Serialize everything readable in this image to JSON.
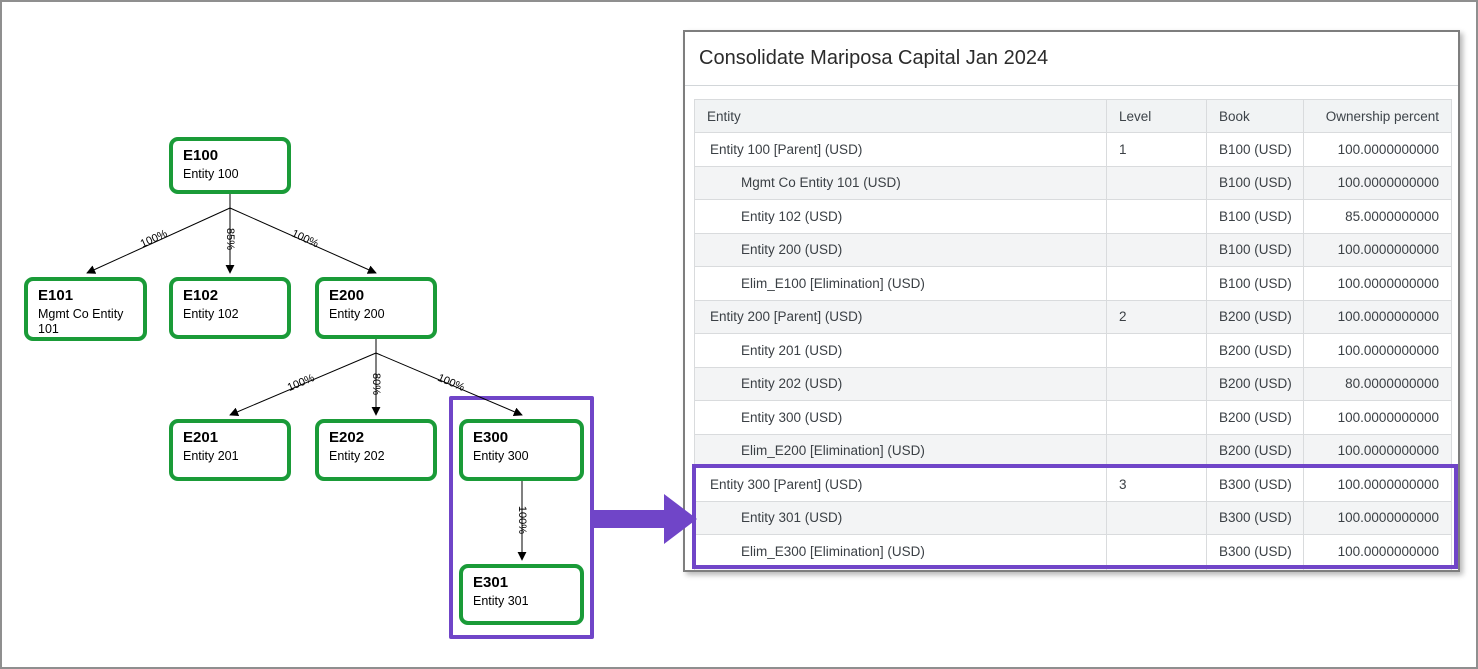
{
  "diagram": {
    "nodes": [
      {
        "title": "E100",
        "subtitle": "Entity 100"
      },
      {
        "title": "E101",
        "subtitle": "Mgmt Co Entity 101"
      },
      {
        "title": "E102",
        "subtitle": "Entity 102"
      },
      {
        "title": "E200",
        "subtitle": "Entity 200"
      },
      {
        "title": "E201",
        "subtitle": "Entity 201"
      },
      {
        "title": "E202",
        "subtitle": "Entity 202"
      },
      {
        "title": "E300",
        "subtitle": "Entity 300"
      },
      {
        "title": "E301",
        "subtitle": "Entity 301"
      }
    ],
    "edges": [
      {
        "from": "E100",
        "to": "E101",
        "label": "100%"
      },
      {
        "from": "E100",
        "to": "E102",
        "label": "85%"
      },
      {
        "from": "E100",
        "to": "E200",
        "label": "100%"
      },
      {
        "from": "E200",
        "to": "E201",
        "label": "100%"
      },
      {
        "from": "E200",
        "to": "E202",
        "label": "80%"
      },
      {
        "from": "E200",
        "to": "E300",
        "label": "100%"
      },
      {
        "from": "E300",
        "to": "E301",
        "label": "100%"
      }
    ]
  },
  "panel": {
    "title": "Consolidate Mariposa Capital Jan 2024",
    "table": {
      "columns": [
        "Entity",
        "Level",
        "Book",
        "Ownership percent"
      ],
      "rows": [
        {
          "entity": "Entity 100 [Parent] (USD)",
          "level": "1",
          "book": "B100 (USD)",
          "ownership": "100.0000000000"
        },
        {
          "entity": "Mgmt Co Entity 101 (USD)",
          "level": "",
          "book": "B100 (USD)",
          "ownership": "100.0000000000"
        },
        {
          "entity": "Entity 102 (USD)",
          "level": "",
          "book": "B100 (USD)",
          "ownership": "85.0000000000"
        },
        {
          "entity": "Entity 200 (USD)",
          "level": "",
          "book": "B100 (USD)",
          "ownership": "100.0000000000"
        },
        {
          "entity": "Elim_E100 [Elimination] (USD)",
          "level": "",
          "book": "B100 (USD)",
          "ownership": "100.0000000000"
        },
        {
          "entity": "Entity 200 [Parent] (USD)",
          "level": "2",
          "book": "B200 (USD)",
          "ownership": "100.0000000000"
        },
        {
          "entity": "Entity 201 (USD)",
          "level": "",
          "book": "B200 (USD)",
          "ownership": "100.0000000000"
        },
        {
          "entity": "Entity 202 (USD)",
          "level": "",
          "book": "B200 (USD)",
          "ownership": "80.0000000000"
        },
        {
          "entity": "Entity 300 (USD)",
          "level": "",
          "book": "B200 (USD)",
          "ownership": "100.0000000000"
        },
        {
          "entity": "Elim_E200 [Elimination] (USD)",
          "level": "",
          "book": "B200 (USD)",
          "ownership": "100.0000000000"
        },
        {
          "entity": "Entity 300 [Parent] (USD)",
          "level": "3",
          "book": "B300 (USD)",
          "ownership": "100.0000000000"
        },
        {
          "entity": "Entity 301 (USD)",
          "level": "",
          "book": "B300 (USD)",
          "ownership": "100.0000000000"
        },
        {
          "entity": "Elim_E300 [Elimination] (USD)",
          "level": "",
          "book": "B300 (USD)",
          "ownership": "100.0000000000"
        }
      ]
    }
  },
  "colors": {
    "node_border_green": "#1a9b38",
    "highlight_purple": "#7045c8",
    "row_stripe": "#f3f4f5",
    "header_bg": "#f1f3f4",
    "panel_border": "#7e7e7e"
  }
}
